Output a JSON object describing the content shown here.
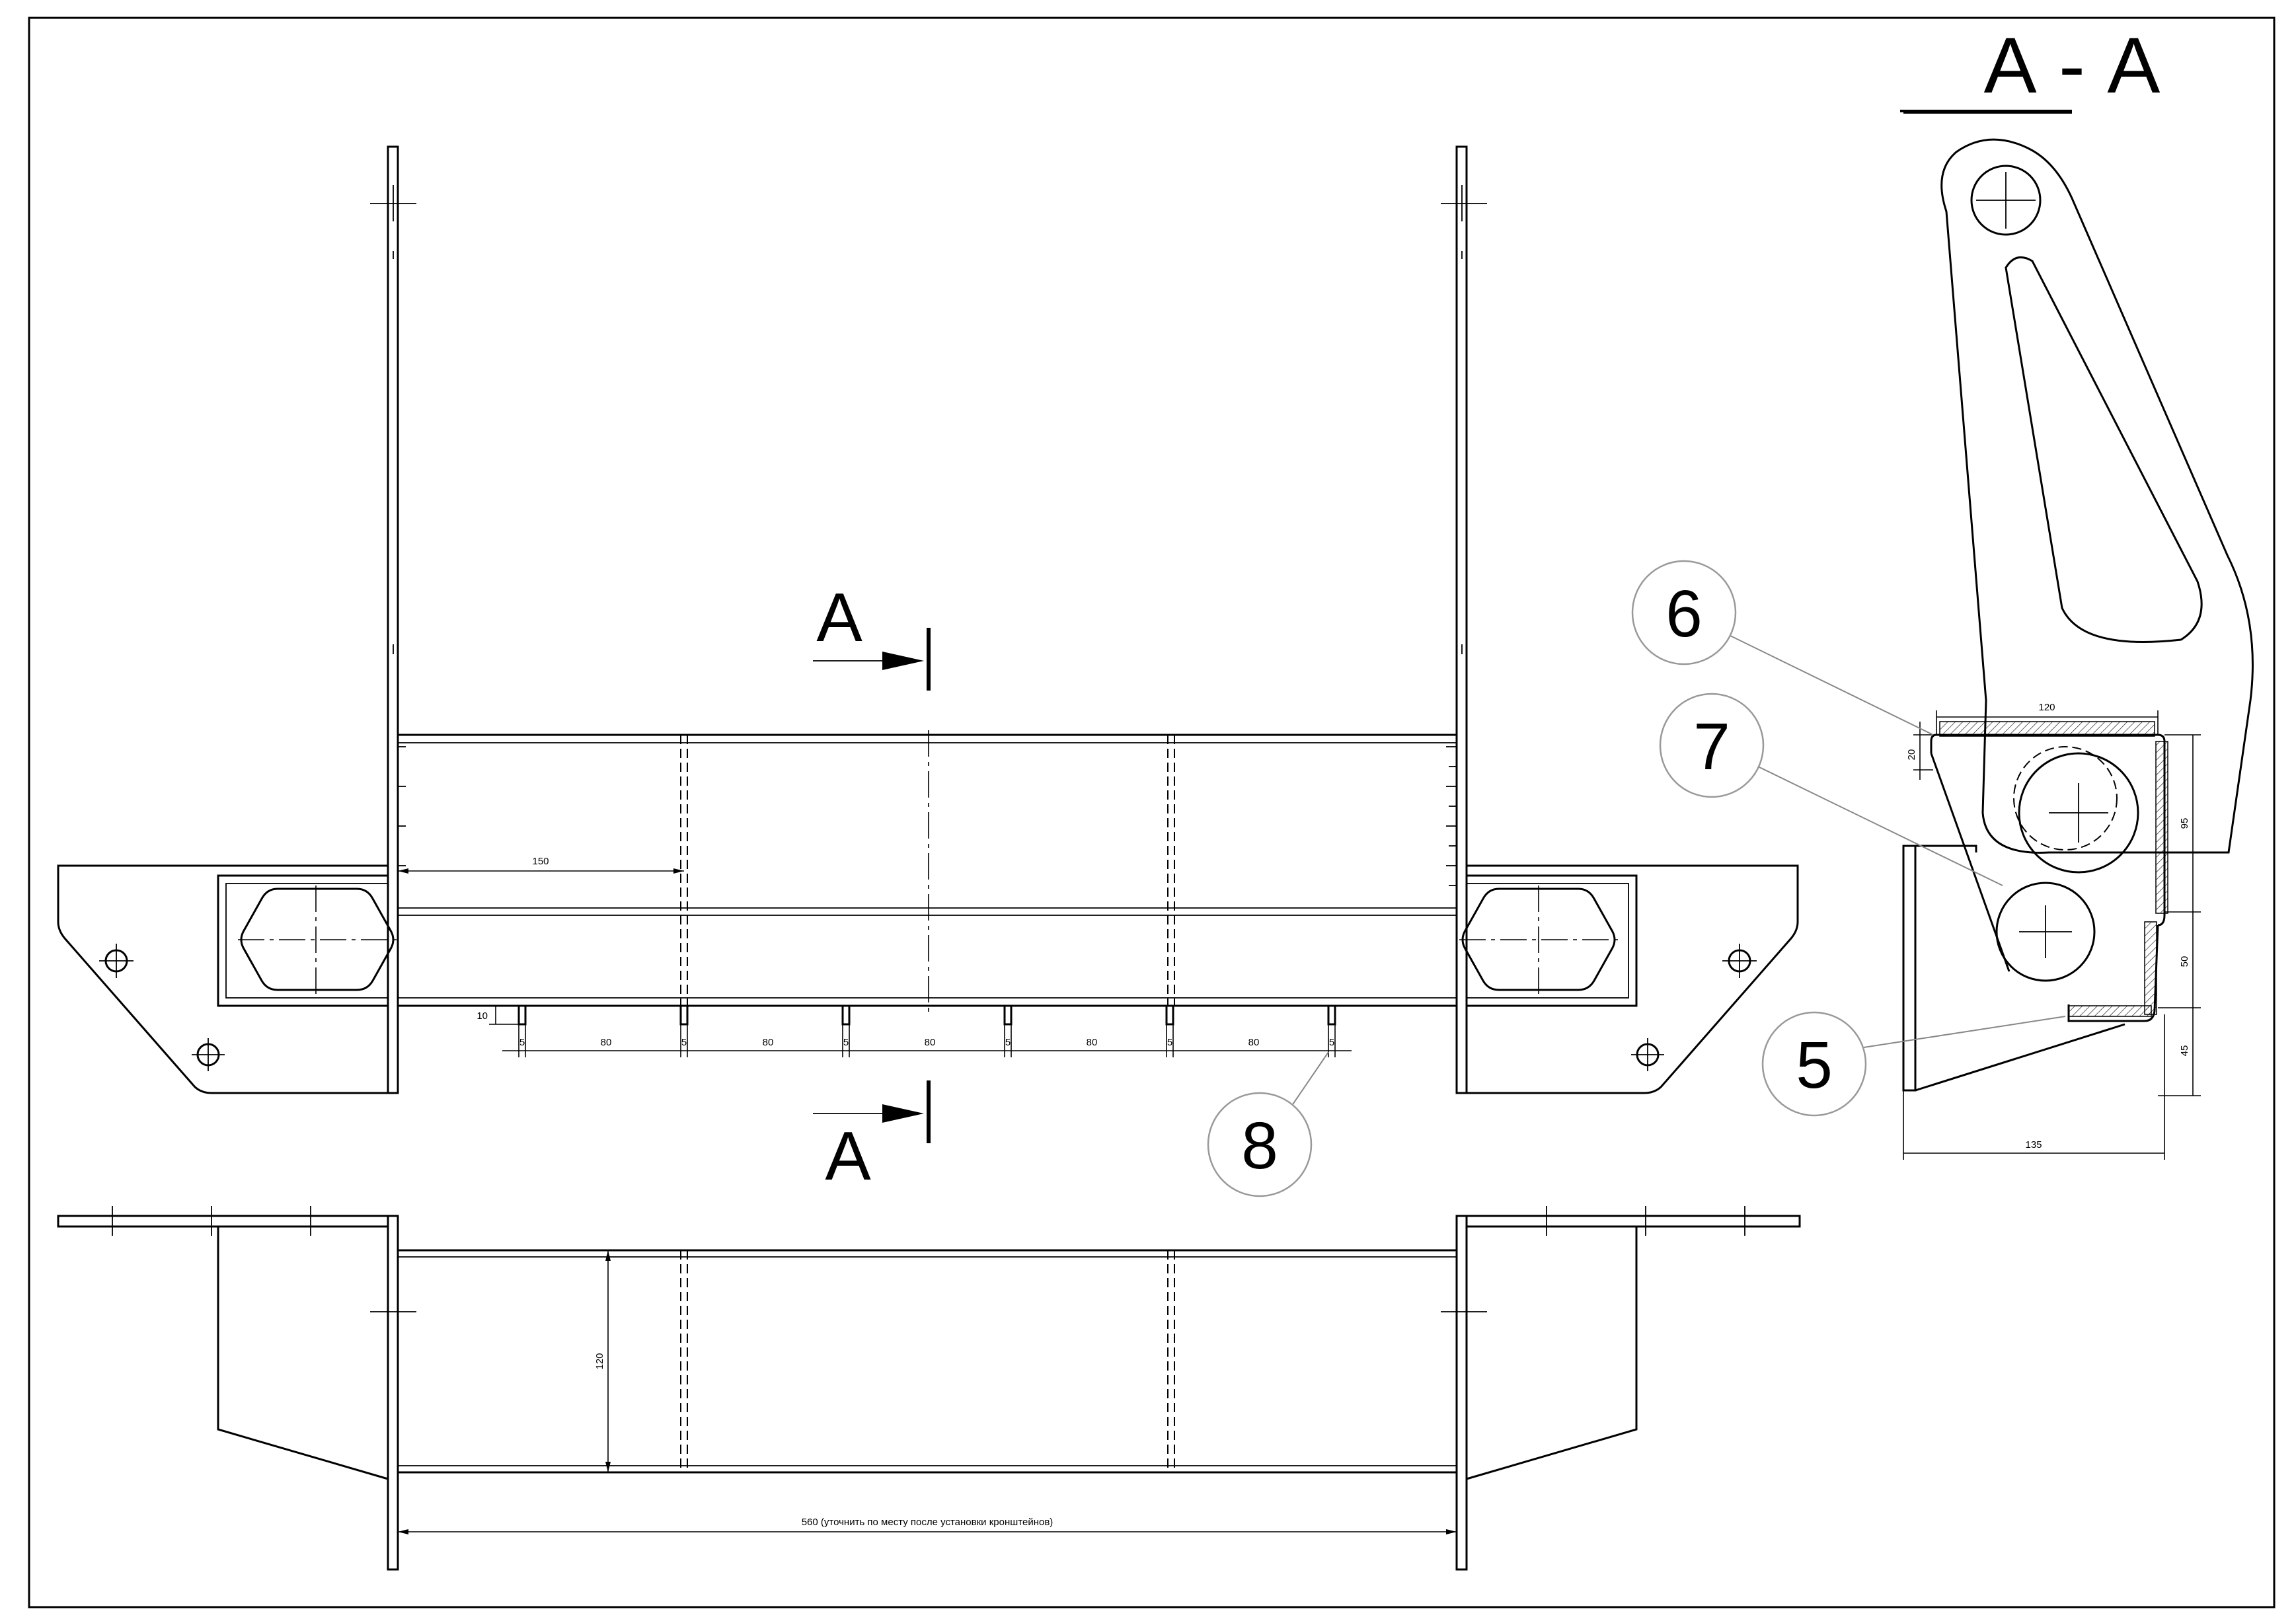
{
  "section_title": "А - А",
  "section_marks": {
    "top": "А",
    "bottom": "А"
  },
  "callouts": {
    "c6": "6",
    "c7": "7",
    "c5": "5",
    "c8": "8"
  },
  "dims_front": {
    "d150": "150",
    "d10": "10",
    "d5": "5",
    "d80": "80"
  },
  "dims_plan": {
    "d120": "120",
    "d560": "560 (уточнить по месту после установки кронштейнов)"
  },
  "dims_section": {
    "d120": "120",
    "d20": "20",
    "d95": "95",
    "d50": "50",
    "d45": "45",
    "d135": "135"
  }
}
